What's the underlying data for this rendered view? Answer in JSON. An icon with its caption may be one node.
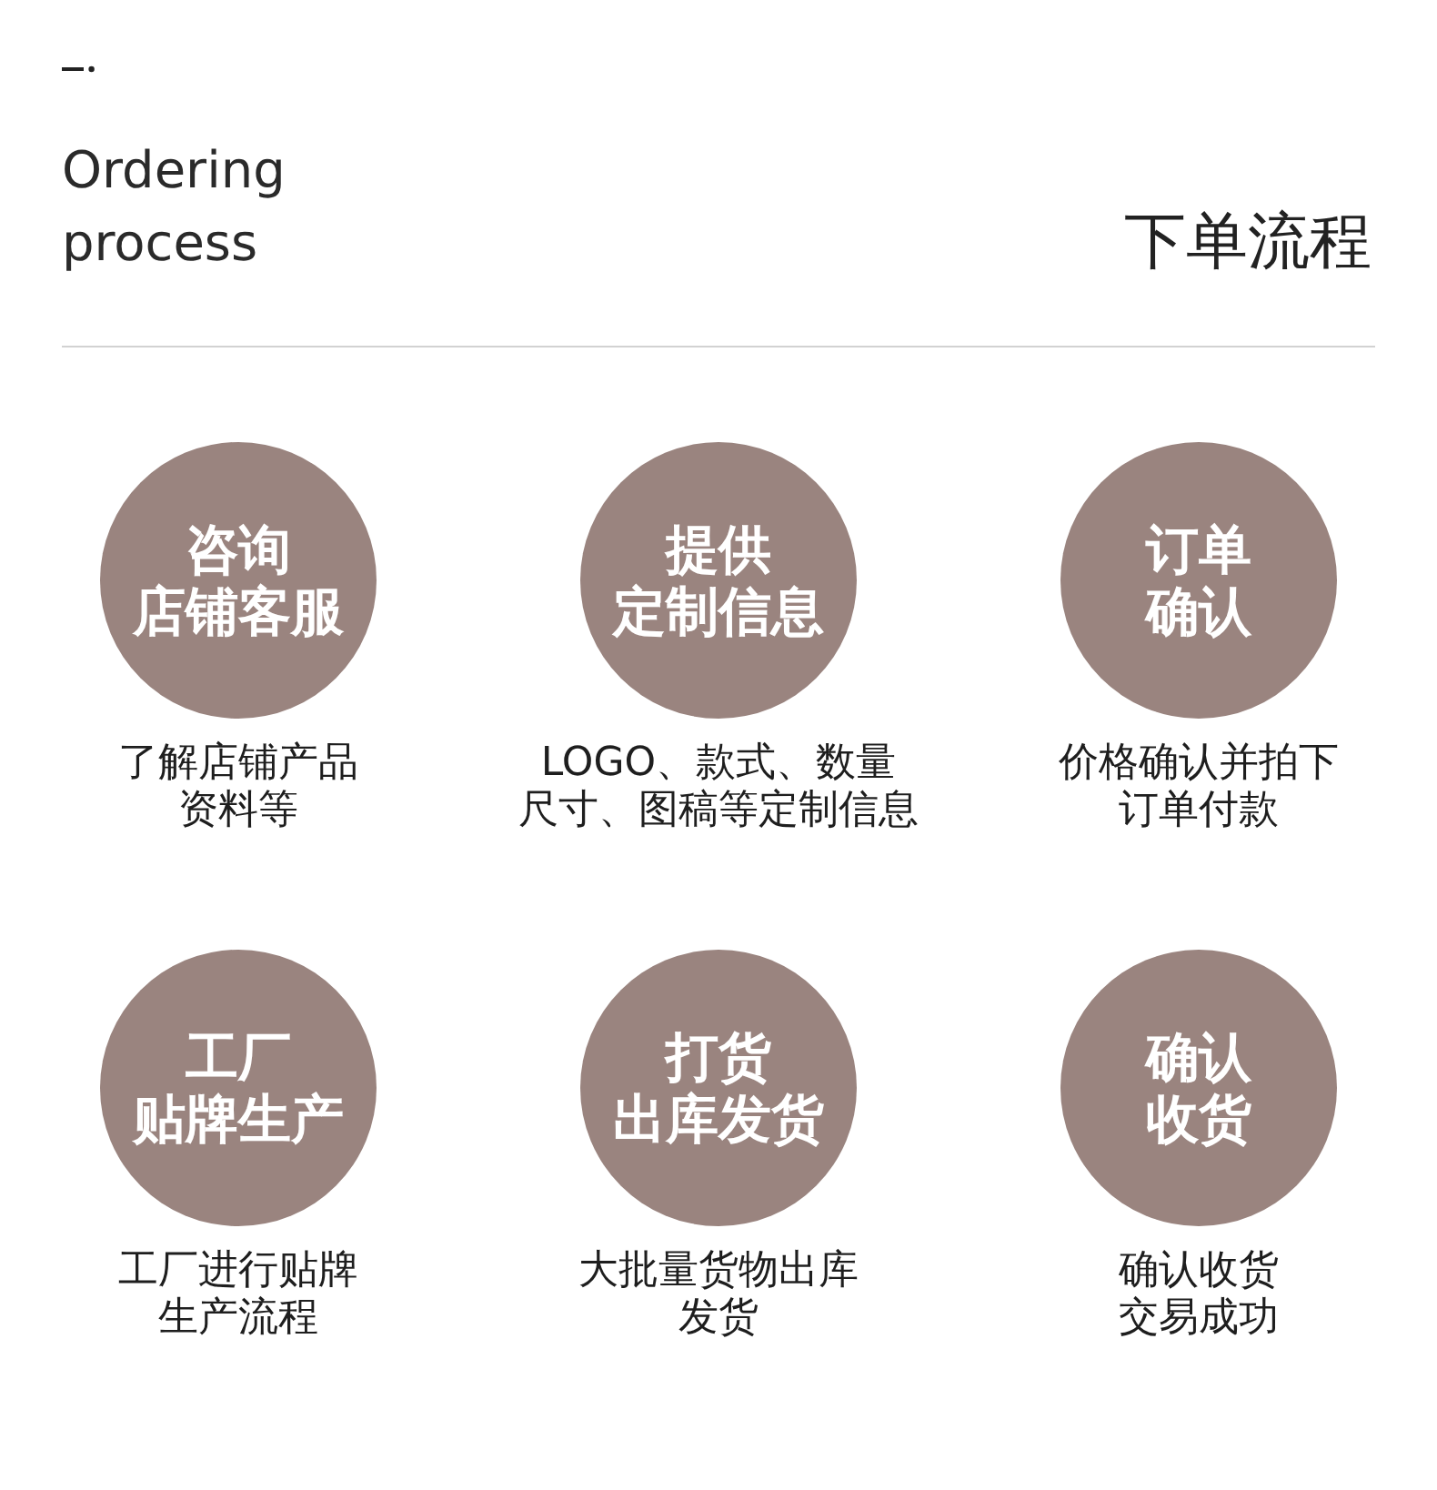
{
  "diagram": {
    "title": "Ordering process",
    "nodes": [
      {
        "text": [
          "咨询店铺客服"
        ],
        "beside": [
          "了解店铺产品资料等"
        ]
      },
      {
        "text": [
          "提供定制信息"
        ],
        "beside": [
          "LOGO、款式、数量尺寸、图稿等定制信息"
        ]
      },
      {
        "text": [
          "订单确认"
        ],
        "beside": [
          "价格确认并拍下订单付款"
        ]
      },
      {
        "text": [
          "工厂贴牌生产"
        ],
        "beside": [
          "工厂进行贴牌生产流程"
        ]
      },
      {
        "text": [
          "打货出库发货"
        ],
        "beside": [
          "大批量货物出库发货"
        ]
      },
      {
        "text": [
          "确认收货"
        ],
        "beside": [
          "确认收货交易成功"
        ]
      }
    ],
    "labels": [
      "下单流程"
    ]
  }
}
